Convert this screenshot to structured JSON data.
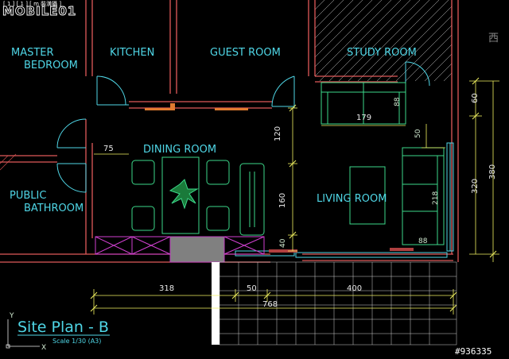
{
  "logo": {
    "text": "MOBILE01",
    "tagline": "[ 1 ] [ 1 ] [ m 裝潢攝 ]"
  },
  "watermark": "#936335",
  "corner_glyph": "西",
  "title": "Site Plan - B",
  "scale": "Scale 1/30 (A3)",
  "rooms": {
    "master_line1": "MASTER",
    "master_line2": "BEDROOM",
    "kitchen": "KITCHEN",
    "guest": "GUEST ROOM",
    "study": "STUDY ROOM",
    "dining": "DINING ROOM",
    "living": "LIVING ROOM",
    "bath_line1": "PUBLIC",
    "bath_line2": "BATHROOM"
  },
  "dimensions": {
    "d75": "75",
    "d120": "120",
    "d160": "160",
    "d40": "40",
    "d179": "179",
    "d88a": "88",
    "d50a": "50",
    "d218": "218",
    "d88b": "88",
    "d60": "60",
    "d320": "320",
    "d380": "380",
    "d318": "318",
    "d50b": "50",
    "d400": "400",
    "d768": "768"
  },
  "colors": {
    "wall": "#e05a5a",
    "furniture": "#3cd98a",
    "door": "#4fd6e6",
    "dimension": "#f0f060",
    "cabinet": "#d040d0",
    "room_label": "#4fd6e6"
  }
}
